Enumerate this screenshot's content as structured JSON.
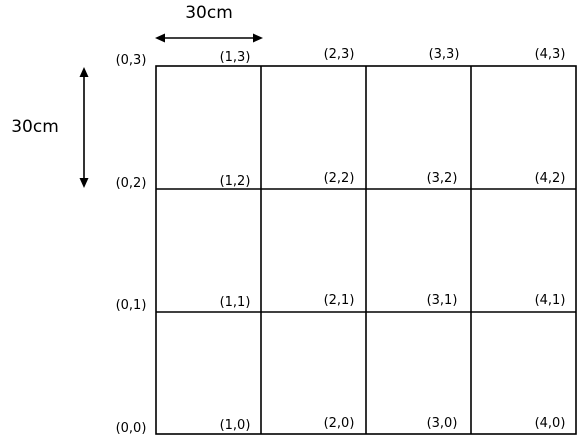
{
  "dimensions": {
    "horizontal_label": "30cm",
    "vertical_label": "30cm"
  },
  "grid": {
    "columns": 4,
    "rows": 3
  },
  "coordinates": {
    "row3": [
      "(0,3)",
      "(1,3)",
      "(2,3)",
      "(3,3)",
      "(4,3)"
    ],
    "row2": [
      "(0,2)",
      "(1,2)",
      "(2,2)",
      "(3,2)",
      "(4,2)"
    ],
    "row1": [
      "(0,1)",
      "(1,1)",
      "(2,1)",
      "(3,1)",
      "(4,1)"
    ],
    "row0": [
      "(0,0)",
      "(1,0)",
      "(2,0)",
      "(3,0)",
      "(4,0)"
    ]
  }
}
